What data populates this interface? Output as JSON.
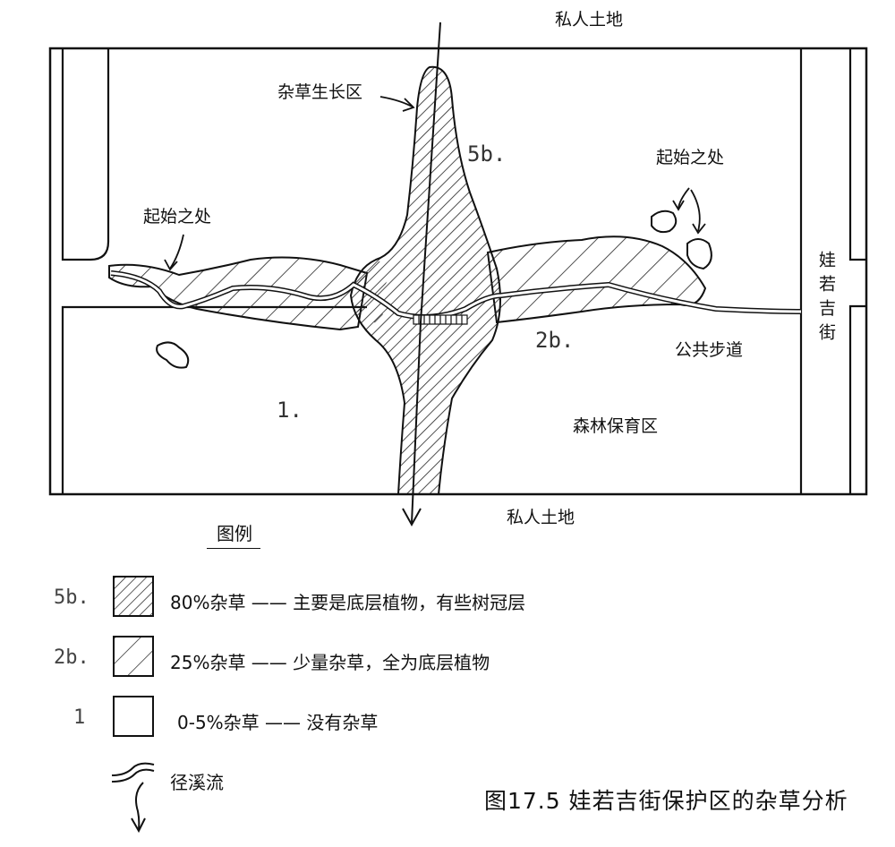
{
  "map": {
    "north_label": "私人土地",
    "south_label": "私人土地",
    "weed_area_label": "杂草生长区",
    "start_label_left": "起始之处",
    "start_label_right": "起始之处",
    "zone_5b": "5b.",
    "zone_2b": "2b.",
    "zone_1": "1.",
    "public_path_label": "公共步道",
    "forest_label": "森林保育区",
    "street_label": "娃若吉街"
  },
  "legend": {
    "title": "图例",
    "items": [
      {
        "code": "5b.",
        "text": "80%杂草 —— 主要是底层植物，有些树冠层",
        "pattern": "dense-hatch"
      },
      {
        "code": "2b.",
        "text": "25%杂草 —— 少量杂草，全为底层植物",
        "pattern": "sparse-hatch"
      },
      {
        "code": "1",
        "text": "0-5%杂草 —— 没有杂草",
        "pattern": "blank"
      }
    ],
    "stream_label": "径溪流"
  },
  "caption": "图17.5 娃若吉街保护区的杂草分析"
}
